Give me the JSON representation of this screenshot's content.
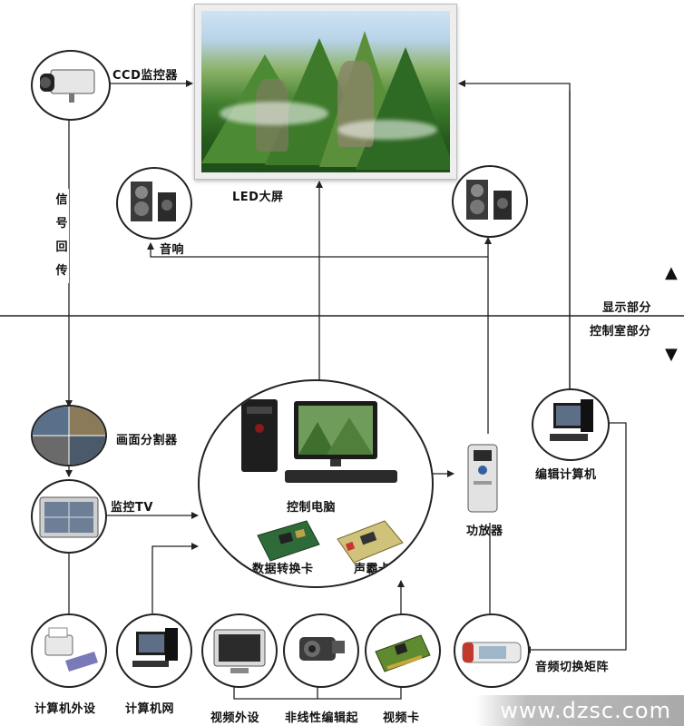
{
  "labels": {
    "ccd_monitor": "CCD监控器",
    "led_screen": "LED大屏",
    "signal_return": [
      "信",
      "号",
      "回",
      "传"
    ],
    "speaker": "音响",
    "display_section": "显示部分",
    "control_room_section": "控制室部分",
    "screen_splitter": "画面分割器",
    "monitor_tv": "监控TV",
    "control_pc": "控制电脑",
    "data_card": "数据转换卡",
    "sound_card": "声霸卡",
    "amplifier": "功放器",
    "edit_computer": "编辑计算机",
    "pc_peripheral": "计算机外设",
    "pc_network": "计算机网",
    "video_peripheral": "视频外设",
    "nonlinear_edit": "非线性编辑起",
    "video_card": "视频卡",
    "audio_matrix": "音频切换矩阵"
  },
  "watermark": "www.dzsc.com",
  "icons": {
    "up": "▲",
    "down": "▼"
  }
}
